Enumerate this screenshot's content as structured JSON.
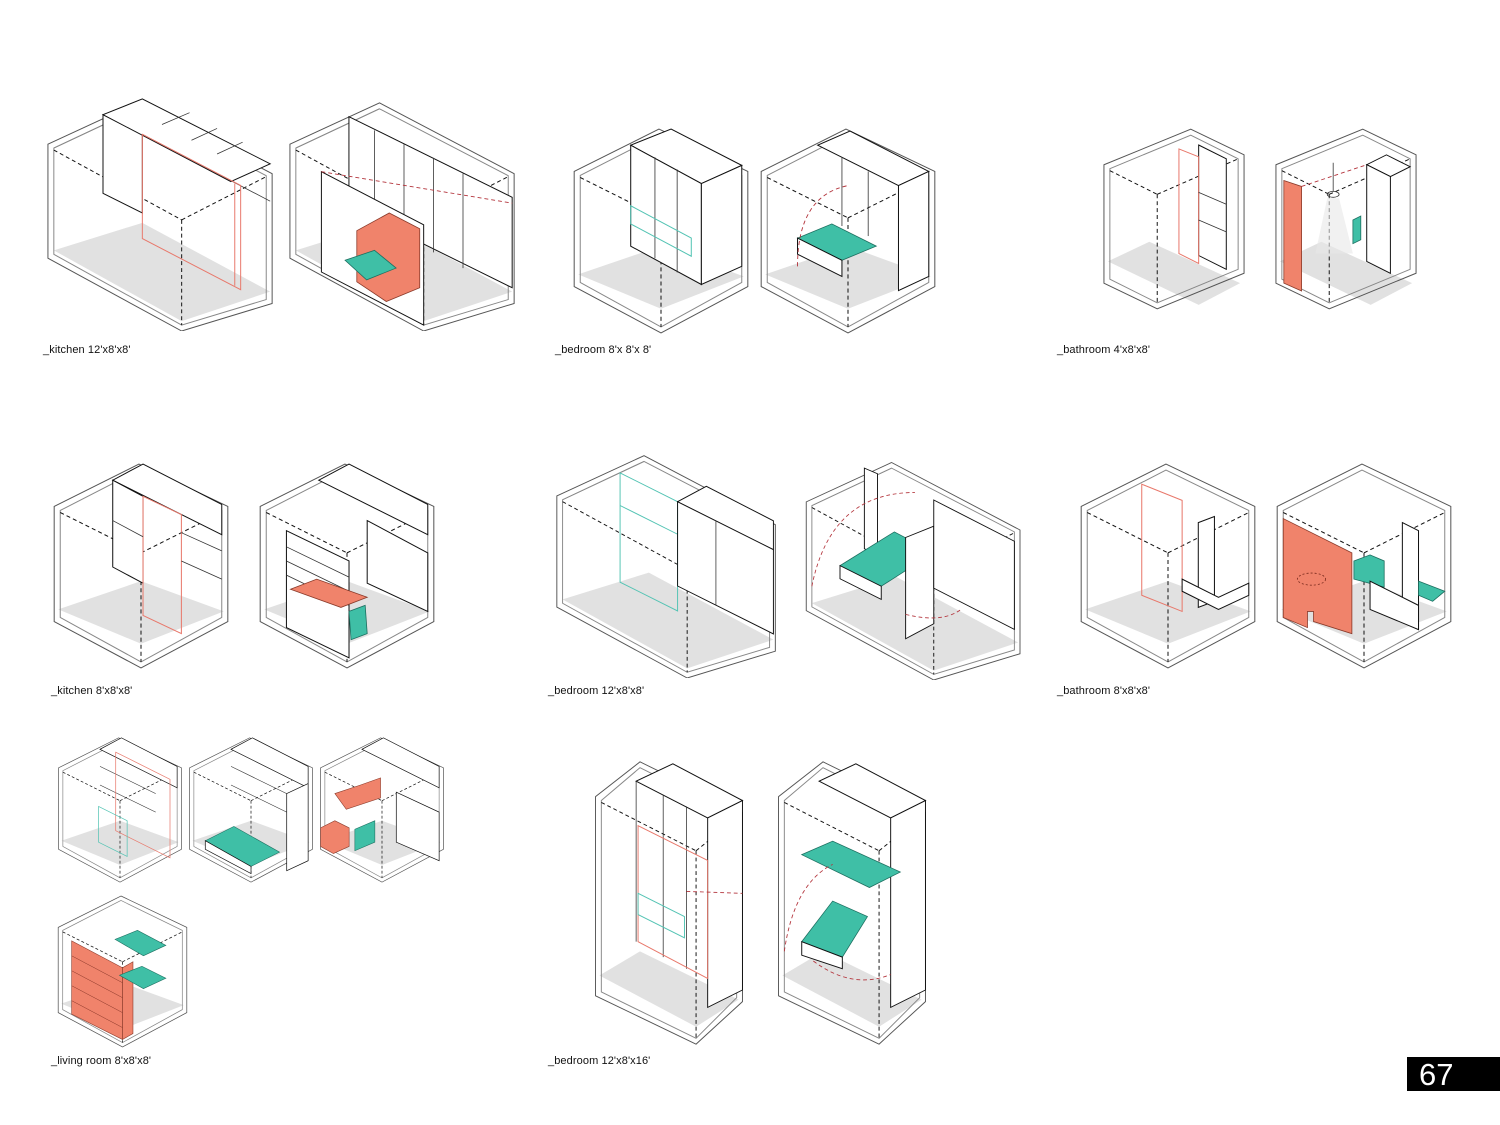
{
  "page": {
    "page_number": "67",
    "colors": {
      "accent_coral": "#F0836B",
      "accent_teal": "#3FBFA6",
      "floor_gray": "#E1E1E1",
      "line_black": "#111111"
    }
  },
  "diagrams": [
    {
      "id": "kitchen-12x8x8",
      "caption": "_kitchen 12'x8'x8'",
      "views": 2
    },
    {
      "id": "bedroom-8x8x8",
      "caption": "_bedroom 8'x 8'x 8'",
      "views": 2
    },
    {
      "id": "bathroom-4x8x8",
      "caption": "_bathroom 4'x8'x8'",
      "views": 2
    },
    {
      "id": "kitchen-8x8x8",
      "caption": "_kitchen 8'x8'x8'",
      "views": 2
    },
    {
      "id": "bedroom-12x8x8",
      "caption": "_bedroom 12'x8'x8'",
      "views": 2
    },
    {
      "id": "bathroom-8x8x8",
      "caption": "_bathroom 8'x8'x8'",
      "views": 2
    },
    {
      "id": "living-room-8x8x8",
      "caption": "_living room 8'x8'x8'",
      "views": 4
    },
    {
      "id": "bedroom-12x8x16",
      "caption": "_bedroom 12'x8'x16'",
      "views": 2
    }
  ],
  "icons": {
    "room-box": "isometric-room-diagram"
  }
}
